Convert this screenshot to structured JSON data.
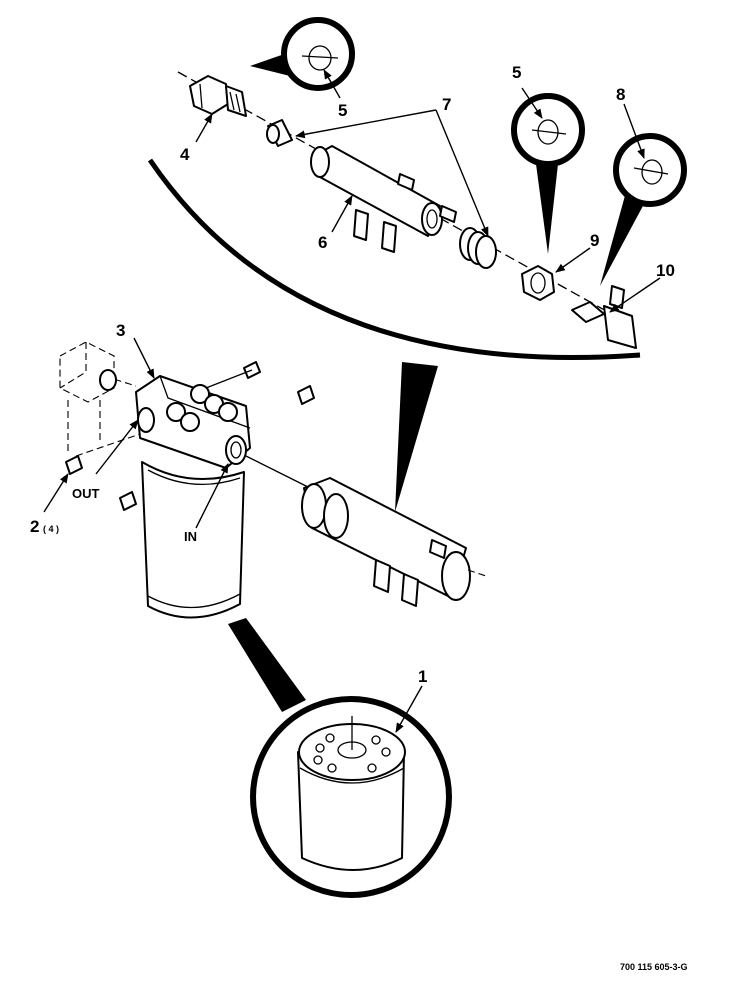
{
  "diagram": {
    "callouts": {
      "c1": "1",
      "c2": "2",
      "c2_qty": "( 4 )",
      "c3": "3",
      "c4": "4",
      "c5a": "5",
      "c5b": "5",
      "c6": "6",
      "c7": "7",
      "c8": "8",
      "c9": "9",
      "c10": "10"
    },
    "ports": {
      "out": "OUT",
      "in": "IN"
    },
    "drawing_number": "700 115 605-3-G"
  }
}
